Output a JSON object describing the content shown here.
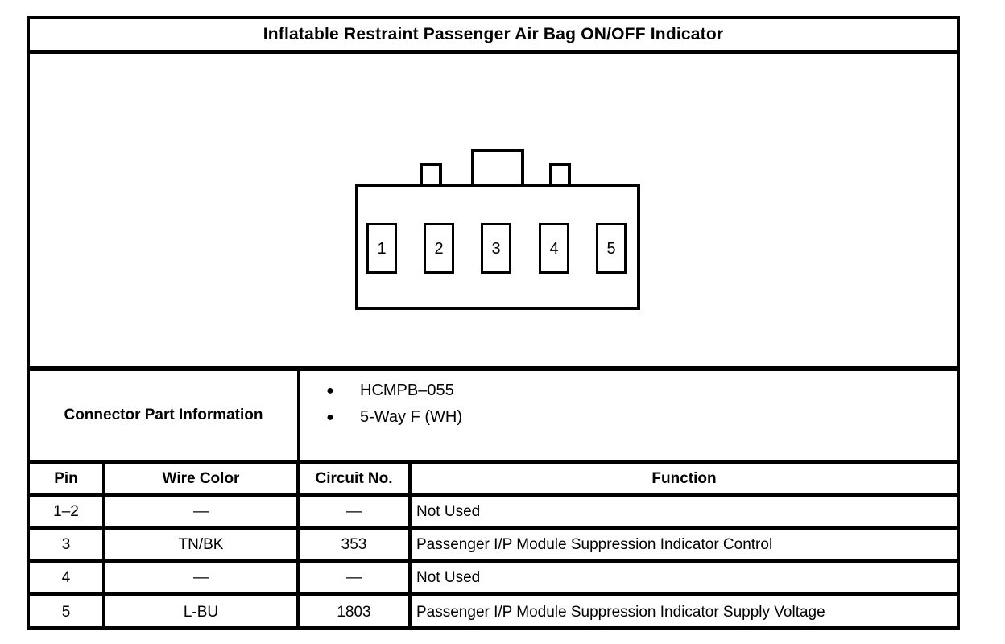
{
  "document": {
    "title": "Inflatable Restraint Passenger Air Bag ON/OFF Indicator"
  },
  "connector_diagram": {
    "type": "connector-face-view",
    "cavity_count": 5,
    "pins": [
      {
        "label": "1"
      },
      {
        "label": "2"
      },
      {
        "label": "3"
      },
      {
        "label": "4"
      },
      {
        "label": "5"
      }
    ]
  },
  "connector_part_information": {
    "label": "Connector Part Information",
    "bullet_glyph": "●",
    "items": [
      "HCMPB–055",
      "5-Way F (WH)"
    ]
  },
  "pin_table": {
    "headers": {
      "pin": "Pin",
      "wire_color": "Wire Color",
      "circuit_no": "Circuit No.",
      "function": "Function"
    },
    "rows": [
      {
        "pin": "1–2",
        "wire_color": "—",
        "circuit_no": "—",
        "function": "Not Used"
      },
      {
        "pin": "3",
        "wire_color": "TN/BK",
        "circuit_no": "353",
        "function": "Passenger I/P Module Suppression Indicator Control"
      },
      {
        "pin": "4",
        "wire_color": "—",
        "circuit_no": "—",
        "function": "Not Used"
      },
      {
        "pin": "5",
        "wire_color": "L-BU",
        "circuit_no": "1803",
        "function": "Passenger I/P Module Suppression Indicator Supply Voltage"
      }
    ]
  },
  "colors": {
    "ink": "#000000",
    "paper": "#ffffff"
  }
}
